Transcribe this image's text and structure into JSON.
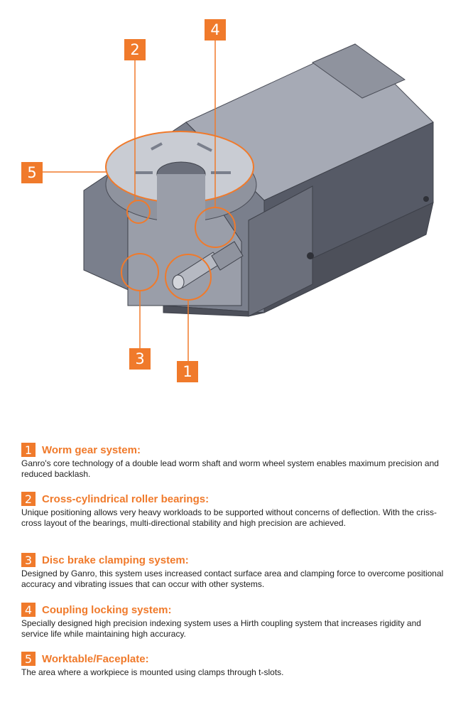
{
  "colors": {
    "accent": "#f07a2b",
    "body_dark": "#565a66",
    "body_mid": "#7a7f8c",
    "body_light": "#a6aab5",
    "text": "#222222"
  },
  "callouts": [
    {
      "number": "1"
    },
    {
      "number": "2"
    },
    {
      "number": "3"
    },
    {
      "number": "4"
    },
    {
      "number": "5"
    }
  ],
  "legend": [
    {
      "number": "1",
      "title": "Worm gear system:",
      "description": "Ganro's core technology of a double lead worm shaft and worm wheel system enables maximum precision and reduced backlash."
    },
    {
      "number": "2",
      "title": "Cross-cylindrical roller bearings:",
      "description": "Unique positioning allows very heavy workloads to be supported without concerns of deflection. With the criss-cross layout of the bearings, multi-directional stability and high precision are achieved."
    },
    {
      "number": "3",
      "title": "Disc brake clamping system:",
      "description": "Designed by Ganro, this system uses increased contact surface area and clamping force to overcome positional accuracy and vibrating issues that can occur with other systems."
    },
    {
      "number": "4",
      "title": "Coupling locking system:",
      "description": "Specially designed high precision indexing system uses a Hirth coupling system that increases rigidity and service life while maintaining high accuracy."
    },
    {
      "number": "5",
      "title": "Worktable/Faceplate:",
      "description": "The area where a workpiece is mounted using clamps through t-slots."
    }
  ]
}
